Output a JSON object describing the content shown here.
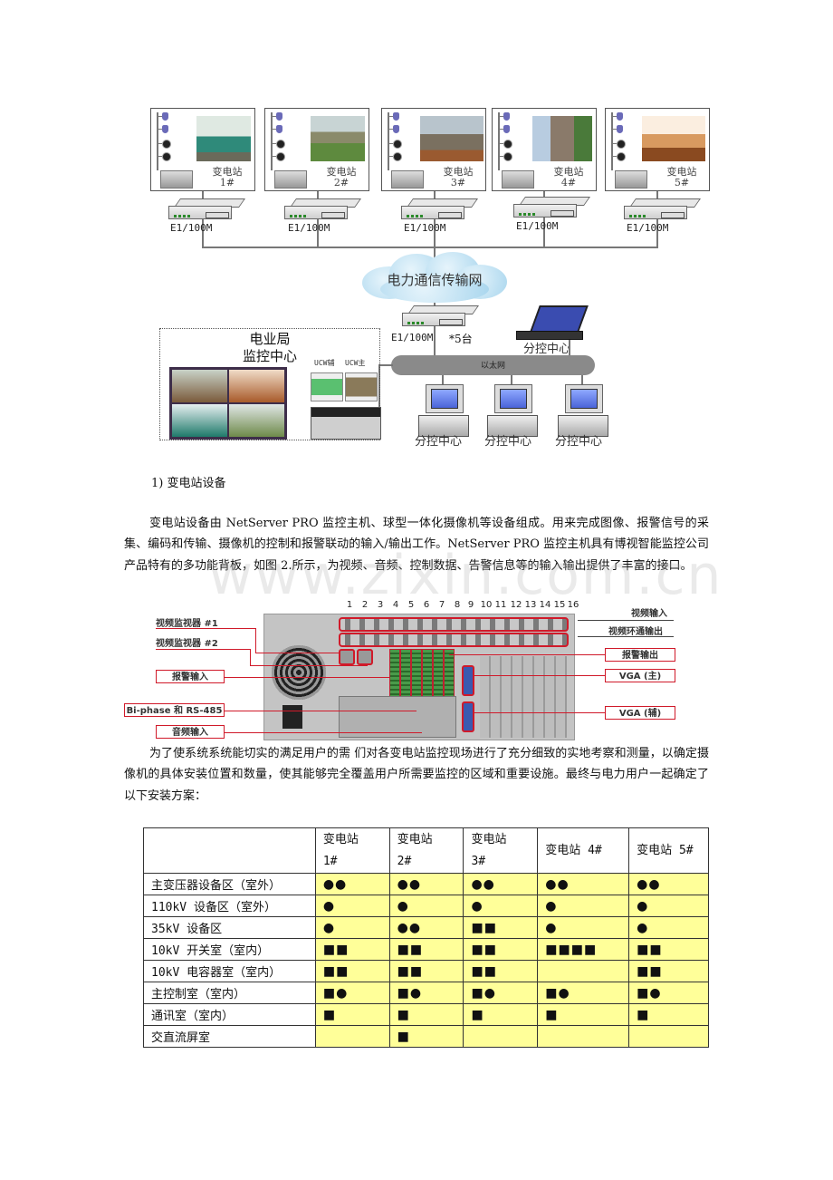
{
  "diagram": {
    "stations": [
      {
        "name": "变电站",
        "number": "1#",
        "router_label": "E1/100M"
      },
      {
        "name": "变电站",
        "number": "2#",
        "router_label": "E1/100M"
      },
      {
        "name": "变电站",
        "number": "3#",
        "router_label": "E1/100M"
      },
      {
        "name": "变电站",
        "number": "4#",
        "router_label": "E1/100M"
      },
      {
        "name": "变电站",
        "number": "5#",
        "router_label": "E1/100M"
      }
    ],
    "cloud_label": "电力通信传输网",
    "central_router_label": "E1/100M",
    "central_router_count": "*5台",
    "ethernet_label": "以太网",
    "laptop_label": "分控中心",
    "pc_labels": [
      "分控中心",
      "分控中心",
      "分控中心"
    ],
    "center": {
      "title_line1": "电业局",
      "title_line2": "监控中心",
      "ucw_aux_label": "UCW辅",
      "ucw_main_label": "UCW主"
    }
  },
  "section": {
    "heading": "1)    变电站设备",
    "paragraph1": "变电站设备由 NetServer PRO 监控主机、球型一体化摄像机等设备组成。用来完成图像、报警信号的采集、编码和传输、摄像机的控制和报警联动的输入/输出工作。NetServer PRO 监控主机具有博视智能监控公司产品特有的多功能背板，如图 2.所示，为视频、音频、控制数据、告警信息等的输入输出提供了丰富的接口。",
    "paragraph2": "为了使系统系统能切实的满足用户的需            们对各变电站监控现场进行了充分细致的实地考察和测量，以确定摄像机的具体安装位置和数量，使其能够完全覆盖用户所需要监控的区域和重要设施。最终与电力用户一起确定了以下安装方案："
  },
  "panel": {
    "channel_numbers": [
      "1",
      "2",
      "3",
      "4",
      "5",
      "6",
      "7",
      "8",
      "9",
      "10",
      "11",
      "12",
      "13",
      "14",
      "15",
      "16"
    ],
    "callouts_left": {
      "monitor1": "视频监视器  #1",
      "monitor2": "视频监视器  #2",
      "alarm_in": "报警输入",
      "biphase": "Bi-phase 和 RS-485",
      "audio_in": "音频输入"
    },
    "callouts_right": {
      "video_in": "视频输入",
      "video_loop": "视频环通输出",
      "alarm_out": "报警输出",
      "vga_main": "VGA (主)",
      "vga_aux": "VGA (辅)"
    }
  },
  "table": {
    "headers": [
      {
        "line1": "",
        "line2": ""
      },
      {
        "line1": "变电站",
        "line2": "1#"
      },
      {
        "line1": "变电站",
        "line2": "2#"
      },
      {
        "line1": "变电站",
        "line2": "3#"
      },
      {
        "line1": "变电站 4#",
        "line2": ""
      },
      {
        "line1": "变电站 5#",
        "line2": ""
      }
    ],
    "rows": [
      {
        "area": "主变压器设备区（室外）",
        "s1": "●●",
        "s2": "●●",
        "s3": "●●",
        "s4": "●●",
        "s5": "●●"
      },
      {
        "area": "110kV 设备区（室外）",
        "s1": "●",
        "s2": "●",
        "s3": "●",
        "s4": "●",
        "s5": "●"
      },
      {
        "area": "35kV 设备区",
        "s1": "●",
        "s2": "●●",
        "s3": "■■",
        "s4": "●",
        "s5": "●"
      },
      {
        "area": "10kV 开关室（室内）",
        "s1": "■■",
        "s2": "■■",
        "s3": "■■",
        "s4": "■■■■",
        "s5": "■■"
      },
      {
        "area": "10kV 电容器室（室内）",
        "s1": "■■",
        "s2": "■■",
        "s3": "■■",
        "s4": "",
        "s5": "■■"
      },
      {
        "area": "主控制室（室内）",
        "s1": "■●",
        "s2": "■●",
        "s3": "■●",
        "s4": "■●",
        "s5": "■●"
      },
      {
        "area": "通讯室（室内）",
        "s1": "■",
        "s2": "■",
        "s3": "■",
        "s4": "■",
        "s5": "■"
      },
      {
        "area": "交直流屏室",
        "s1": "",
        "s2": "■",
        "s3": "",
        "s4": "",
        "s5": ""
      }
    ],
    "cell_color": "#ffff99"
  },
  "watermark": "www.zixin.com.cn"
}
